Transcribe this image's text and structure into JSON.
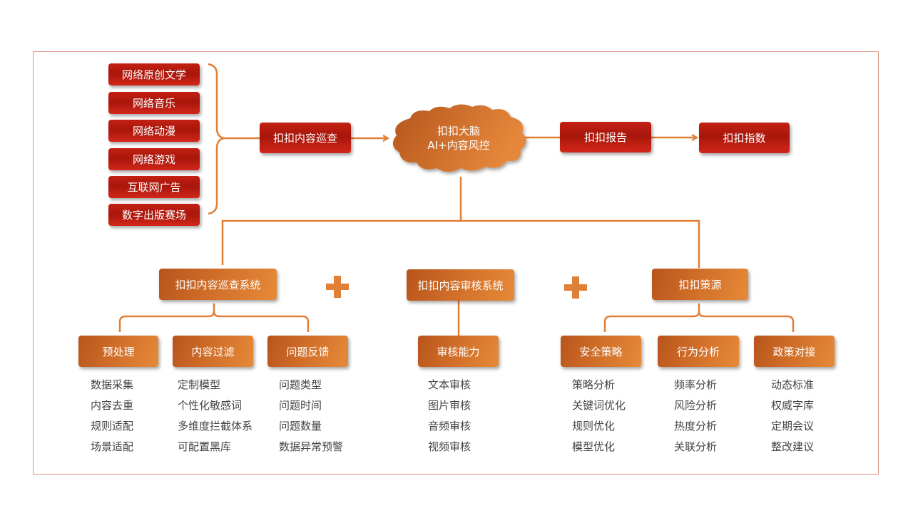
{
  "sources": [
    "网络原创文学",
    "网络音乐",
    "网络动漫",
    "网络游戏",
    "互联网广告",
    "数字出版赛场"
  ],
  "patrol": "扣扣内容巡查",
  "brain": {
    "line1": "扣扣大脑",
    "line2": "AI+内容风控"
  },
  "report": "扣扣报告",
  "index": "扣扣指数",
  "systems": {
    "patrol_system": {
      "label": "扣扣内容巡查系统",
      "children": [
        {
          "label": "预处理",
          "items": [
            "数据采集",
            "内容去重",
            "规则适配",
            "场景适配"
          ]
        },
        {
          "label": "内容过滤",
          "items": [
            "定制模型",
            "个性化敏感词",
            "多维度拦截体系",
            "可配置黑库"
          ]
        },
        {
          "label": "问题反馈",
          "items": [
            "问题类型",
            "问题时间",
            "问题数量",
            "数据异常预警"
          ]
        }
      ]
    },
    "review_system": {
      "label": "扣扣内容审核系统",
      "children": [
        {
          "label": "审核能力",
          "items": [
            "文本审核",
            "图片审核",
            "音频审核",
            "视频审核"
          ]
        }
      ]
    },
    "policy_source": {
      "label": "扣扣策源",
      "children": [
        {
          "label": "安全策略",
          "items": [
            "策略分析",
            "关键词优化",
            "规则优化",
            "模型优化"
          ]
        },
        {
          "label": "行为分析",
          "items": [
            "频率分析",
            "风险分析",
            "热度分析",
            "关联分析"
          ]
        },
        {
          "label": "政策对接",
          "items": [
            "动态标准",
            "权威字库",
            "定期会议",
            "整改建议"
          ]
        }
      ]
    }
  },
  "colors": {
    "red": "#c42013",
    "orange": "#d2702a",
    "line": "#e07f36",
    "frame": "#e0957a"
  }
}
